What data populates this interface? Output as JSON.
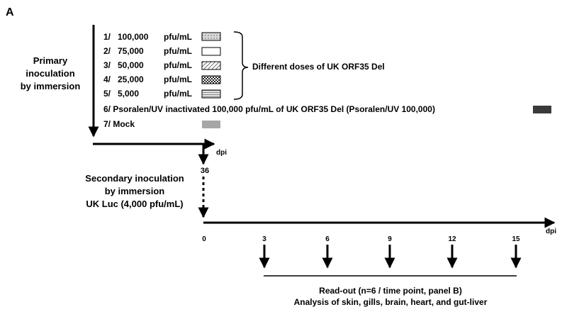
{
  "panel_label": "A",
  "primary": {
    "label_lines": [
      "Primary",
      "inoculation",
      "by immersion"
    ],
    "doses": [
      {
        "num": "1/",
        "amount": "100,000",
        "unit": "pfu/mL",
        "pattern": "dots"
      },
      {
        "num": "2/",
        "amount": "75,000",
        "unit": "pfu/mL",
        "pattern": "white"
      },
      {
        "num": "3/",
        "amount": "50,000",
        "unit": "pfu/mL",
        "pattern": "diagonal"
      },
      {
        "num": "4/",
        "amount": "25,000",
        "unit": "pfu/mL",
        "pattern": "checker"
      },
      {
        "num": "5/",
        "amount": "5,000",
        "unit": "pfu/mL",
        "pattern": "horizontal"
      }
    ],
    "brace_label": "Different doses of UK ORF35 Del",
    "psoralen_label": "6/ Psoralen/UV inactivated 100,000 pfu/mL of UK ORF35 Del (Psoralen/UV 100,000)",
    "mock_label": "7/ Mock",
    "axis_unit": "dpi"
  },
  "secondary": {
    "day": "36",
    "label_lines": [
      "Secondary inoculation",
      "by immersion",
      "UK Luc (4,000 pfu/mL)"
    ]
  },
  "timeline": {
    "axis_unit": "dpi",
    "ticks": [
      "0",
      "3",
      "6",
      "9",
      "12",
      "15"
    ],
    "readout_lines": [
      "Read-out (n=6 / time point, panel B)",
      "Analysis of skin, gills, brain, heart, and gut-liver"
    ]
  },
  "colors": {
    "line": "#000000",
    "psoralen": "#3a3a3a",
    "mock": "#a6a6a6",
    "dots": "#d9d9d9",
    "checker": "#5a5a5a",
    "horizontal": "#e0e0e0"
  }
}
